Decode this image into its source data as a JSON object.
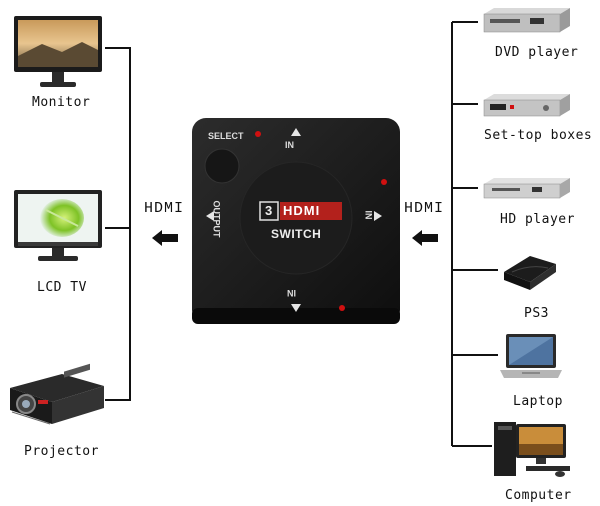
{
  "sources": {
    "dvd_player": "DVD player",
    "set_top_boxes": "Set-top boxes",
    "hd_player": "HD player",
    "ps3": "PS3",
    "laptop": "Laptop",
    "computer": "Computer"
  },
  "outputs": {
    "monitor": "Monitor",
    "lcd_tv": "LCD TV",
    "projector": "Projector"
  },
  "connector_left": "HDMI",
  "connector_right": "HDMI",
  "switch_device": {
    "select_label": "SELECT",
    "in1_label": "IN",
    "in2_label": "IN",
    "in3_label": "IN",
    "output_label": "OUTPUT",
    "logo_number": "3",
    "logo_text": "HDMI",
    "switch_label": "SWITCH"
  },
  "colors": {
    "line": "#111111",
    "device_body": "#1a1a1a",
    "logo_red": "#b3211c",
    "led_red": "#d01010"
  },
  "icons": [
    "monitor-icon",
    "lcd-tv-icon",
    "projector-icon",
    "dvd-player-icon",
    "set-top-box-icon",
    "hd-player-icon",
    "ps3-icon",
    "laptop-icon",
    "computer-icon",
    "hdmi-switch-device",
    "arrow-left-icon"
  ]
}
